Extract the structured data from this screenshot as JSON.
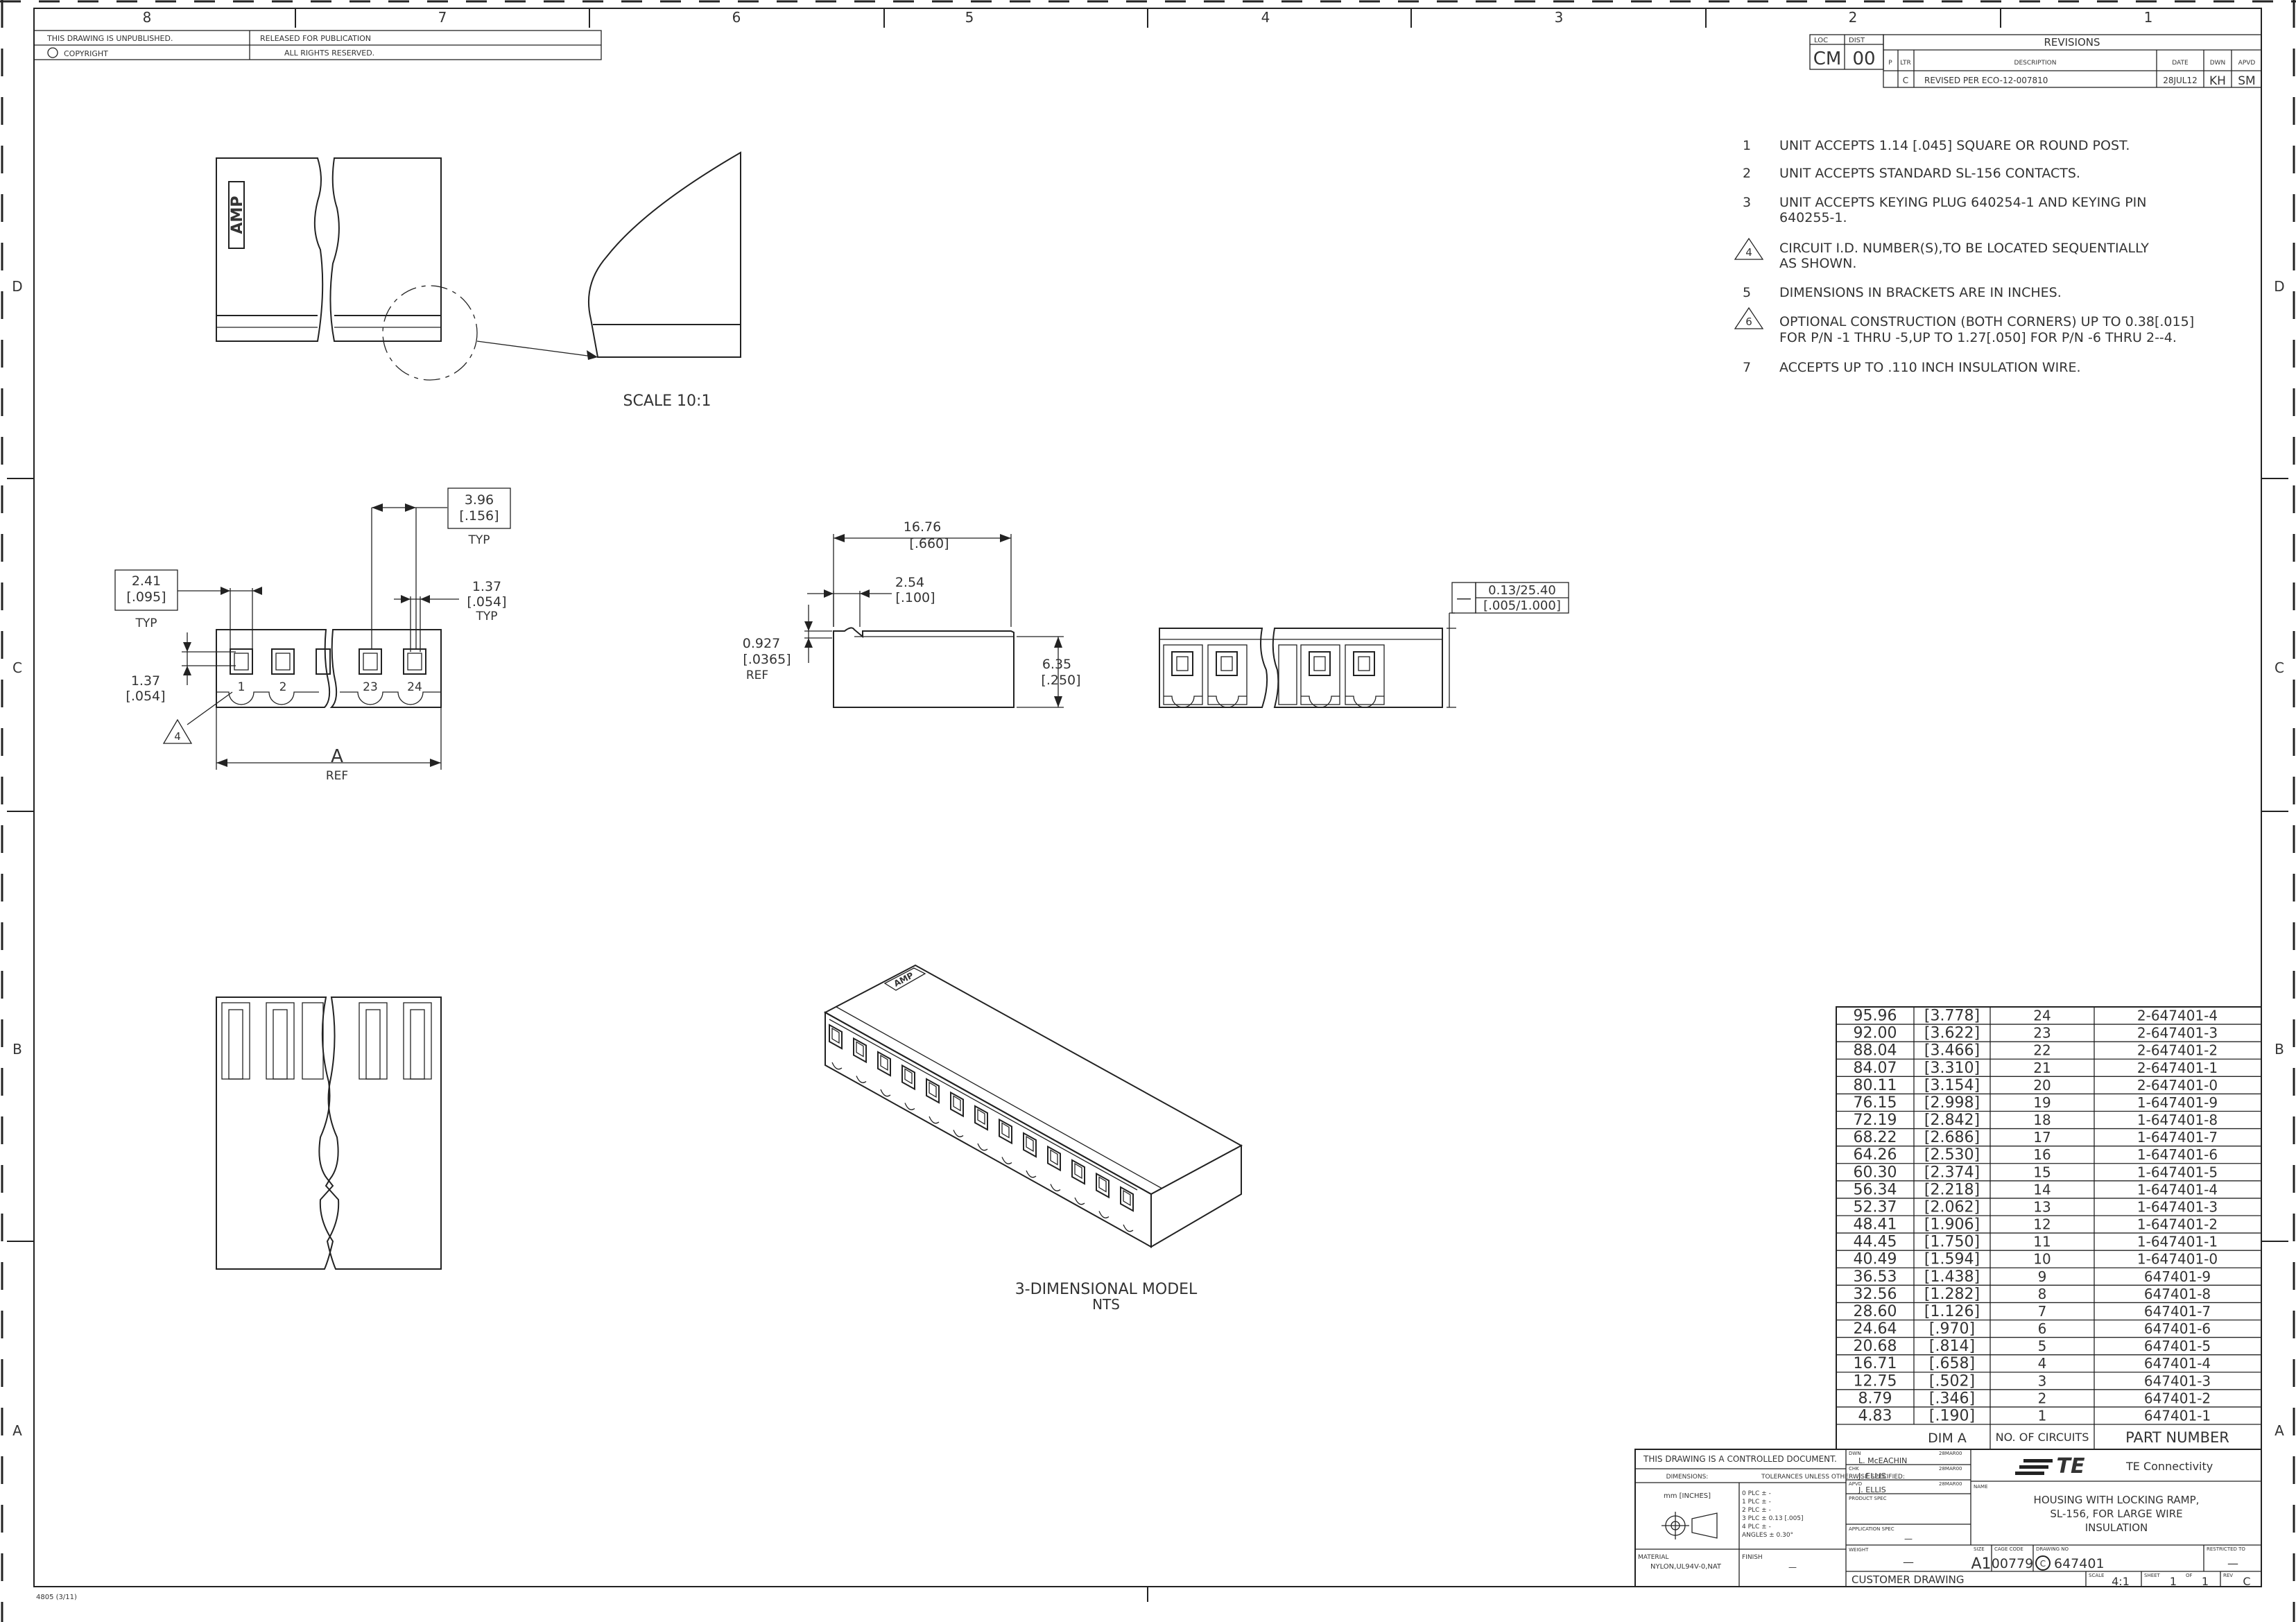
{
  "border": {
    "top_cols": [
      "8",
      "7",
      "6",
      "5",
      "4",
      "3",
      "2",
      "1"
    ],
    "side_rows": [
      "D",
      "C",
      "B",
      "A"
    ]
  },
  "header": {
    "unpublished": "THIS DRAWING IS UNPUBLISHED.",
    "copyright": "COPYRIGHT",
    "released": "RELEASED FOR PUBLICATION",
    "rights": "ALL RIGHTS RESERVED."
  },
  "revisions": {
    "loc_label": "LOC",
    "dist_label": "DIST",
    "loc": "CM",
    "dist": "00",
    "title": "REVISIONS",
    "cols": [
      "P",
      "LTR",
      "DESCRIPTION",
      "DATE",
      "DWN",
      "APVD"
    ],
    "row": {
      "ltr": "C",
      "description": "REVISED PER ECO-12-007810",
      "date": "28JUL12",
      "dwn": "KH",
      "apvd": "SM"
    }
  },
  "notes": [
    {
      "num": "1",
      "flag": false,
      "lines": [
        "UNIT ACCEPTS 1.14 [.045] SQUARE OR ROUND POST."
      ]
    },
    {
      "num": "2",
      "flag": false,
      "lines": [
        "UNIT ACCEPTS STANDARD SL-156 CONTACTS."
      ]
    },
    {
      "num": "3",
      "flag": false,
      "lines": [
        "UNIT ACCEPTS KEYING PLUG 640254-1 AND KEYING PIN",
        "640255-1."
      ]
    },
    {
      "num": "4",
      "flag": true,
      "lines": [
        "CIRCUIT I.D. NUMBER(S),TO BE LOCATED SEQUENTIALLY",
        "AS SHOWN."
      ]
    },
    {
      "num": "5",
      "flag": false,
      "lines": [
        "DIMENSIONS IN BRACKETS ARE IN INCHES."
      ]
    },
    {
      "num": "6",
      "flag": true,
      "lines": [
        "OPTIONAL CONSTRUCTION (BOTH CORNERS) UP TO 0.38[.015]",
        "FOR P/N -1 THRU -5,UP TO 1.27[.050] FOR P/N -6 THRU 2--4."
      ]
    },
    {
      "num": "7",
      "flag": false,
      "lines": [
        "ACCEPTS UP TO .110 INCH INSULATION WIRE."
      ]
    }
  ],
  "views": {
    "logo_text": "AMP",
    "scale_label": "SCALE 10:1",
    "model_label": "3-DIMENSIONAL MODEL",
    "model_sub": "NTS"
  },
  "dims": {
    "pitch": "3.96",
    "pitch_in": "[.156]",
    "pitch_typ": "TYP",
    "w241": "2.41",
    "w241_in": "[.095]",
    "w241_typ": "TYP",
    "w137": "1.37",
    "w137_in": "[.054]",
    "w137_typ": "TYP",
    "h137": "1.37",
    "h137_in": "[.054]",
    "flag4": "4",
    "label_a": "A",
    "label_ref": "REF",
    "pin_nums": [
      "1",
      "2",
      "23",
      "24"
    ],
    "d1676": "16.76",
    "d1676_in": "[.660]",
    "d254": "2.54",
    "d254_in": "[.100]",
    "d0927": "0.927",
    "d0927_in": "[.0365]",
    "d0927_ref": "REF",
    "d635": "6.35",
    "d635_in": "[.250]",
    "flat_sym": "—",
    "flat": "0.13/25.40",
    "flat_in": "[.005/1.000]"
  },
  "part_table": {
    "headers": [
      "DIM A",
      "NO. OF CIRCUITS",
      "PART NUMBER"
    ],
    "rows": [
      [
        "95.96",
        "[3.778]",
        "24",
        "2-647401-4"
      ],
      [
        "92.00",
        "[3.622]",
        "23",
        "2-647401-3"
      ],
      [
        "88.04",
        "[3.466]",
        "22",
        "2-647401-2"
      ],
      [
        "84.07",
        "[3.310]",
        "21",
        "2-647401-1"
      ],
      [
        "80.11",
        "[3.154]",
        "20",
        "2-647401-0"
      ],
      [
        "76.15",
        "[2.998]",
        "19",
        "1-647401-9"
      ],
      [
        "72.19",
        "[2.842]",
        "18",
        "1-647401-8"
      ],
      [
        "68.22",
        "[2.686]",
        "17",
        "1-647401-7"
      ],
      [
        "64.26",
        "[2.530]",
        "16",
        "1-647401-6"
      ],
      [
        "60.30",
        "[2.374]",
        "15",
        "1-647401-5"
      ],
      [
        "56.34",
        "[2.218]",
        "14",
        "1-647401-4"
      ],
      [
        "52.37",
        "[2.062]",
        "13",
        "1-647401-3"
      ],
      [
        "48.41",
        "[1.906]",
        "12",
        "1-647401-2"
      ],
      [
        "44.45",
        "[1.750]",
        "11",
        "1-647401-1"
      ],
      [
        "40.49",
        "[1.594]",
        "10",
        "1-647401-0"
      ],
      [
        "36.53",
        "[1.438]",
        "9",
        "647401-9"
      ],
      [
        "32.56",
        "[1.282]",
        "8",
        "647401-8"
      ],
      [
        "28.60",
        "[1.126]",
        "7",
        "647401-7"
      ],
      [
        "24.64",
        "[.970]",
        "6",
        "647401-6"
      ],
      [
        "20.68",
        "[.814]",
        "5",
        "647401-5"
      ],
      [
        "16.71",
        "[.658]",
        "4",
        "647401-4"
      ],
      [
        "12.75",
        "[.502]",
        "3",
        "647401-3"
      ],
      [
        "8.79",
        "[.346]",
        "2",
        "647401-2"
      ],
      [
        "4.83",
        "[.190]",
        "1",
        "647401-1"
      ]
    ]
  },
  "title_block": {
    "controlled": "THIS DRAWING IS A CONTROLLED DOCUMENT.",
    "dimensions_label": "DIMENSIONS:",
    "units": "mm [INCHES]",
    "tolerances_label": "TOLERANCES UNLESS OTHERWISE SPECIFIED:",
    "tolerances": [
      "0 PLC  ± -",
      "1 PLC  ± -",
      "2 PLC  ± -",
      "3 PLC  ± 0.13 [.005]",
      "4 PLC  ± -",
      "ANGLES  ± 0.30°"
    ],
    "material_label": "MATERIAL",
    "material": "NYLON,UL94V-0,NAT",
    "finish_label": "FINISH",
    "finish": "—",
    "dwn_label": "DWN",
    "dwn": "L. McEACHIN",
    "chk_label": "CHK",
    "chk": "J. ELLIS",
    "appvd_label": "APVD",
    "appvd": "J. ELLIS",
    "sign_date": "28MAR00",
    "product_spec_label": "PRODUCT SPEC",
    "application_spec_label": "APPLICATION SPEC",
    "application_spec": "—",
    "weight_label": "WEIGHT",
    "weight": "—",
    "company_logo": "TE",
    "company": "TE Connectivity",
    "name_label": "NAME",
    "title_lines": [
      "HOUSING WITH LOCKING RAMP,",
      "SL-156, FOR LARGE WIRE",
      "INSULATION"
    ],
    "size_label": "SIZE",
    "size": "A1",
    "cage_label": "CAGE CODE",
    "cage": "00779",
    "drawing_no_label": "DRAWING NO",
    "drawing_no": "647401",
    "restricted_label": "RESTRICTED TO",
    "restricted": "—",
    "customer_drawing": "CUSTOMER DRAWING",
    "scale_label": "SCALE",
    "scale": "4:1",
    "sheet_label": "SHEET",
    "sheet": "1",
    "of_label": "OF",
    "sheet_of": "1",
    "rev_label": "REV",
    "rev": "C"
  },
  "footer": {
    "form": "4805 (3/11)"
  }
}
